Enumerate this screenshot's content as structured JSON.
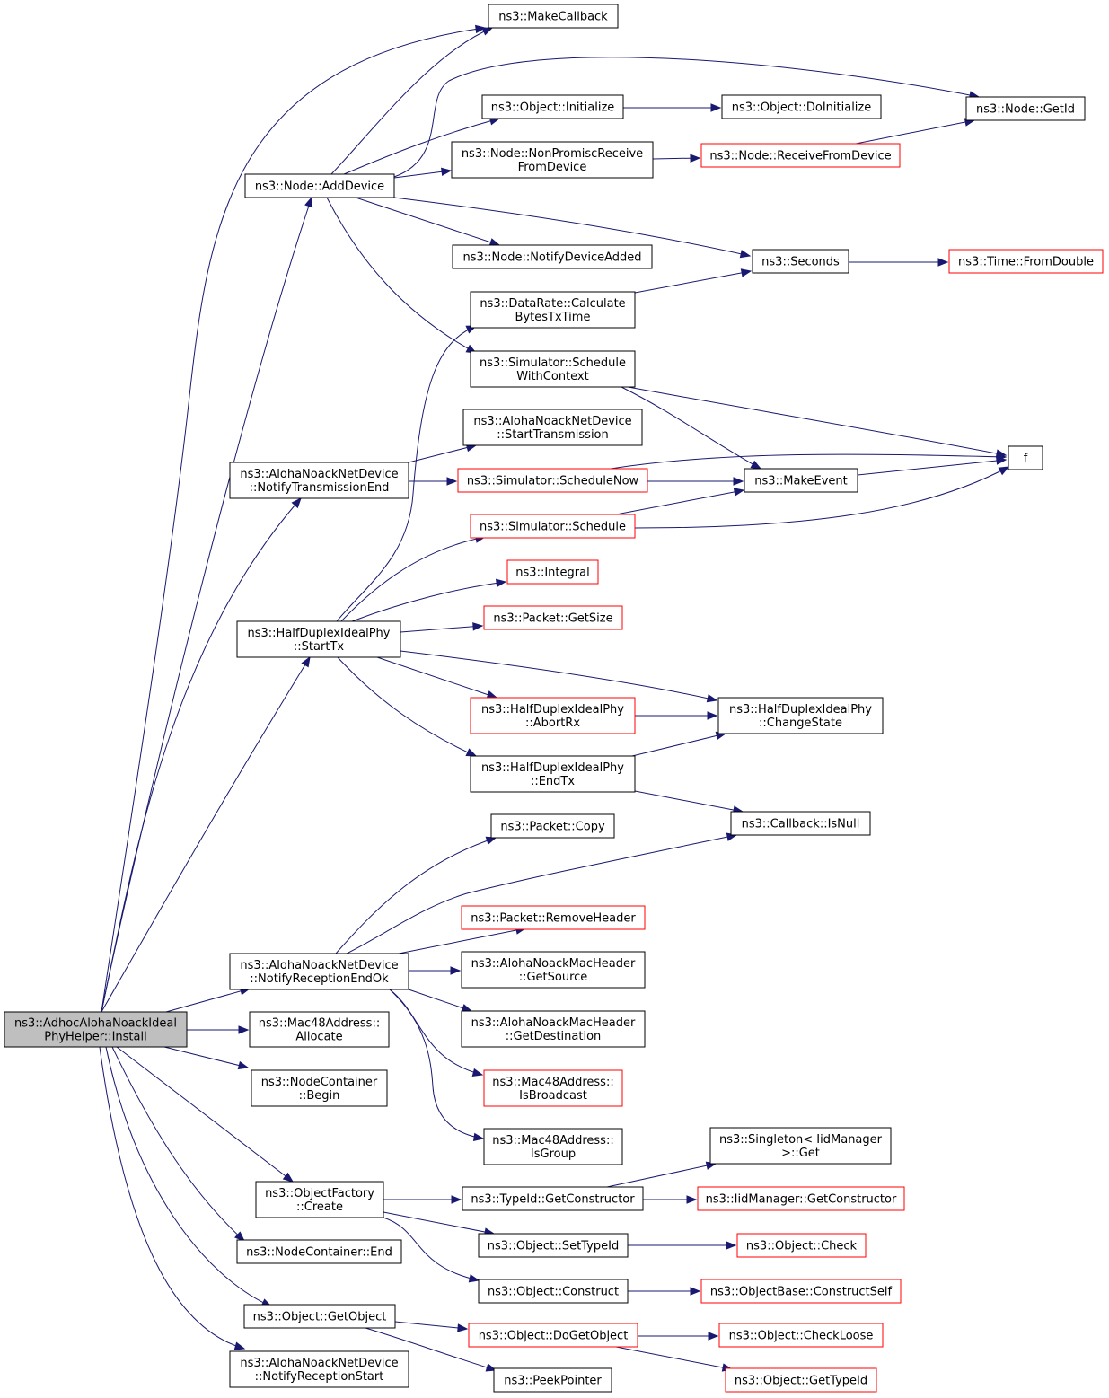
{
  "diagram": {
    "type": "call-graph",
    "colors": {
      "edge": "#191970",
      "node_border": "#000000",
      "node_border_undocumented": "#ff0000",
      "root_fill": "#bfbfbf",
      "node_fill": "#ffffff"
    },
    "nodes": [
      {
        "id": "root",
        "lines": [
          "ns3::AdhocAlohaNoackIdeal",
          "PhyHelper::Install"
        ],
        "style": "root"
      },
      {
        "id": "makecallback",
        "lines": [
          "ns3::MakeCallback"
        ],
        "style": "normal"
      },
      {
        "id": "addDevice",
        "lines": [
          "ns3::Node::AddDevice"
        ],
        "style": "normal"
      },
      {
        "id": "initialize",
        "lines": [
          "ns3::Object::Initialize"
        ],
        "style": "normal"
      },
      {
        "id": "doinitialize",
        "lines": [
          "ns3::Object::DoInitialize"
        ],
        "style": "normal"
      },
      {
        "id": "getid",
        "lines": [
          "ns3::Node::GetId"
        ],
        "style": "normal"
      },
      {
        "id": "nonpromisc",
        "lines": [
          "ns3::Node::NonPromiscReceive",
          "FromDevice"
        ],
        "style": "normal"
      },
      {
        "id": "receivefrom",
        "lines": [
          "ns3::Node::ReceiveFromDevice"
        ],
        "style": "red"
      },
      {
        "id": "notifyadded",
        "lines": [
          "ns3::Node::NotifyDeviceAdded"
        ],
        "style": "normal"
      },
      {
        "id": "seconds",
        "lines": [
          "ns3::Seconds"
        ],
        "style": "normal"
      },
      {
        "id": "fromdouble",
        "lines": [
          "ns3::Time::FromDouble"
        ],
        "style": "red"
      },
      {
        "id": "calcbytes",
        "lines": [
          "ns3::DataRate::Calculate",
          "BytesTxTime"
        ],
        "style": "normal"
      },
      {
        "id": "schedwithctx",
        "lines": [
          "ns3::Simulator::Schedule",
          "WithContext"
        ],
        "style": "normal"
      },
      {
        "id": "starttrans",
        "lines": [
          "ns3::AlohaNoackNetDevice",
          "::StartTransmission"
        ],
        "style": "normal"
      },
      {
        "id": "f",
        "lines": [
          "f"
        ],
        "style": "normal"
      },
      {
        "id": "notifytxend",
        "lines": [
          "ns3::AlohaNoackNetDevice",
          "::NotifyTransmissionEnd"
        ],
        "style": "normal"
      },
      {
        "id": "schednow",
        "lines": [
          "ns3::Simulator::ScheduleNow"
        ],
        "style": "red"
      },
      {
        "id": "makeevent",
        "lines": [
          "ns3::MakeEvent"
        ],
        "style": "normal"
      },
      {
        "id": "schedule",
        "lines": [
          "ns3::Simulator::Schedule"
        ],
        "style": "red"
      },
      {
        "id": "integral",
        "lines": [
          "ns3::Integral"
        ],
        "style": "red"
      },
      {
        "id": "getsize",
        "lines": [
          "ns3::Packet::GetSize"
        ],
        "style": "red"
      },
      {
        "id": "starttx",
        "lines": [
          "ns3::HalfDuplexIdealPhy",
          "::StartTx"
        ],
        "style": "normal"
      },
      {
        "id": "abortrx",
        "lines": [
          "ns3::HalfDuplexIdealPhy",
          "::AbortRx"
        ],
        "style": "red"
      },
      {
        "id": "changestate",
        "lines": [
          "ns3::HalfDuplexIdealPhy",
          "::ChangeState"
        ],
        "style": "normal"
      },
      {
        "id": "endtx",
        "lines": [
          "ns3::HalfDuplexIdealPhy",
          "::EndTx"
        ],
        "style": "normal"
      },
      {
        "id": "copy",
        "lines": [
          "ns3::Packet::Copy"
        ],
        "style": "normal"
      },
      {
        "id": "isnull",
        "lines": [
          "ns3::Callback::IsNull"
        ],
        "style": "normal"
      },
      {
        "id": "removeheader",
        "lines": [
          "ns3::Packet::RemoveHeader"
        ],
        "style": "red"
      },
      {
        "id": "notifyrxok",
        "lines": [
          "ns3::AlohaNoackNetDevice",
          "::NotifyReceptionEndOk"
        ],
        "style": "normal"
      },
      {
        "id": "getsource",
        "lines": [
          "ns3::AlohaNoackMacHeader",
          "::GetSource"
        ],
        "style": "normal"
      },
      {
        "id": "getdest",
        "lines": [
          "ns3::AlohaNoackMacHeader",
          "::GetDestination"
        ],
        "style": "normal"
      },
      {
        "id": "allocate",
        "lines": [
          "ns3::Mac48Address::",
          "Allocate"
        ],
        "style": "normal"
      },
      {
        "id": "isbroadcast",
        "lines": [
          "ns3::Mac48Address::",
          "IsBroadcast"
        ],
        "style": "red"
      },
      {
        "id": "begin",
        "lines": [
          "ns3::NodeContainer",
          "::Begin"
        ],
        "style": "normal"
      },
      {
        "id": "isgroup",
        "lines": [
          "ns3::Mac48Address::",
          "IsGroup"
        ],
        "style": "normal"
      },
      {
        "id": "singleton",
        "lines": [
          "ns3::Singleton< IidManager",
          ">::Get"
        ],
        "style": "normal"
      },
      {
        "id": "create",
        "lines": [
          "ns3::ObjectFactory",
          "::Create"
        ],
        "style": "normal"
      },
      {
        "id": "getctor",
        "lines": [
          "ns3::TypeId::GetConstructor"
        ],
        "style": "normal"
      },
      {
        "id": "iidgetctor",
        "lines": [
          "ns3::IidManager::GetConstructor"
        ],
        "style": "red"
      },
      {
        "id": "settypeid",
        "lines": [
          "ns3::Object::SetTypeId"
        ],
        "style": "normal"
      },
      {
        "id": "check",
        "lines": [
          "ns3::Object::Check"
        ],
        "style": "red"
      },
      {
        "id": "end",
        "lines": [
          "ns3::NodeContainer::End"
        ],
        "style": "normal"
      },
      {
        "id": "construct",
        "lines": [
          "ns3::Object::Construct"
        ],
        "style": "normal"
      },
      {
        "id": "constructself",
        "lines": [
          "ns3::ObjectBase::ConstructSelf"
        ],
        "style": "red"
      },
      {
        "id": "getobject",
        "lines": [
          "ns3::Object::GetObject"
        ],
        "style": "normal"
      },
      {
        "id": "dogetobject",
        "lines": [
          "ns3::Object::DoGetObject"
        ],
        "style": "red"
      },
      {
        "id": "checkloose",
        "lines": [
          "ns3::Object::CheckLoose"
        ],
        "style": "red"
      },
      {
        "id": "notifyrxstart",
        "lines": [
          "ns3::AlohaNoackNetDevice",
          "::NotifyReceptionStart"
        ],
        "style": "normal"
      },
      {
        "id": "peekpointer",
        "lines": [
          "ns3::PeekPointer"
        ],
        "style": "normal"
      },
      {
        "id": "gettypeid",
        "lines": [
          "ns3::Object::GetTypeId"
        ],
        "style": "red"
      }
    ],
    "edges": [
      {
        "from": "root",
        "to": "makecallback"
      },
      {
        "from": "root",
        "to": "addDevice"
      },
      {
        "from": "root",
        "to": "notifytxend"
      },
      {
        "from": "root",
        "to": "starttx"
      },
      {
        "from": "root",
        "to": "notifyrxok"
      },
      {
        "from": "root",
        "to": "allocate"
      },
      {
        "from": "root",
        "to": "begin"
      },
      {
        "from": "root",
        "to": "create"
      },
      {
        "from": "root",
        "to": "end"
      },
      {
        "from": "root",
        "to": "getobject"
      },
      {
        "from": "root",
        "to": "notifyrxstart"
      },
      {
        "from": "addDevice",
        "to": "makecallback"
      },
      {
        "from": "addDevice",
        "to": "getid"
      },
      {
        "from": "addDevice",
        "to": "initialize"
      },
      {
        "from": "addDevice",
        "to": "nonpromisc"
      },
      {
        "from": "addDevice",
        "to": "notifyadded"
      },
      {
        "from": "addDevice",
        "to": "seconds"
      },
      {
        "from": "addDevice",
        "to": "schedwithctx"
      },
      {
        "from": "initialize",
        "to": "doinitialize"
      },
      {
        "from": "nonpromisc",
        "to": "receivefrom"
      },
      {
        "from": "receivefrom",
        "to": "getid"
      },
      {
        "from": "seconds",
        "to": "fromdouble"
      },
      {
        "from": "calcbytes",
        "to": "seconds"
      },
      {
        "from": "schedwithctx",
        "to": "f"
      },
      {
        "from": "schedwithctx",
        "to": "makeevent"
      },
      {
        "from": "notifytxend",
        "to": "starttrans"
      },
      {
        "from": "notifytxend",
        "to": "schednow"
      },
      {
        "from": "schednow",
        "to": "f"
      },
      {
        "from": "schednow",
        "to": "makeevent"
      },
      {
        "from": "makeevent",
        "to": "f"
      },
      {
        "from": "schedule",
        "to": "makeevent"
      },
      {
        "from": "schedule",
        "to": "f"
      },
      {
        "from": "starttx",
        "to": "calcbytes"
      },
      {
        "from": "starttx",
        "to": "schedule"
      },
      {
        "from": "starttx",
        "to": "integral"
      },
      {
        "from": "starttx",
        "to": "getsize"
      },
      {
        "from": "starttx",
        "to": "changestate"
      },
      {
        "from": "starttx",
        "to": "abortrx"
      },
      {
        "from": "starttx",
        "to": "endtx"
      },
      {
        "from": "abortrx",
        "to": "changestate"
      },
      {
        "from": "endtx",
        "to": "changestate"
      },
      {
        "from": "endtx",
        "to": "isnull"
      },
      {
        "from": "notifyrxok",
        "to": "copy"
      },
      {
        "from": "notifyrxok",
        "to": "isnull"
      },
      {
        "from": "notifyrxok",
        "to": "removeheader"
      },
      {
        "from": "notifyrxok",
        "to": "getsource"
      },
      {
        "from": "notifyrxok",
        "to": "getdest"
      },
      {
        "from": "notifyrxok",
        "to": "isbroadcast"
      },
      {
        "from": "notifyrxok",
        "to": "isgroup"
      },
      {
        "from": "create",
        "to": "getctor"
      },
      {
        "from": "create",
        "to": "settypeid"
      },
      {
        "from": "create",
        "to": "construct"
      },
      {
        "from": "getctor",
        "to": "singleton"
      },
      {
        "from": "getctor",
        "to": "iidgetctor"
      },
      {
        "from": "settypeid",
        "to": "check"
      },
      {
        "from": "construct",
        "to": "constructself"
      },
      {
        "from": "getobject",
        "to": "dogetobject"
      },
      {
        "from": "getobject",
        "to": "peekpointer"
      },
      {
        "from": "dogetobject",
        "to": "checkloose"
      },
      {
        "from": "dogetobject",
        "to": "gettypeid"
      }
    ]
  }
}
